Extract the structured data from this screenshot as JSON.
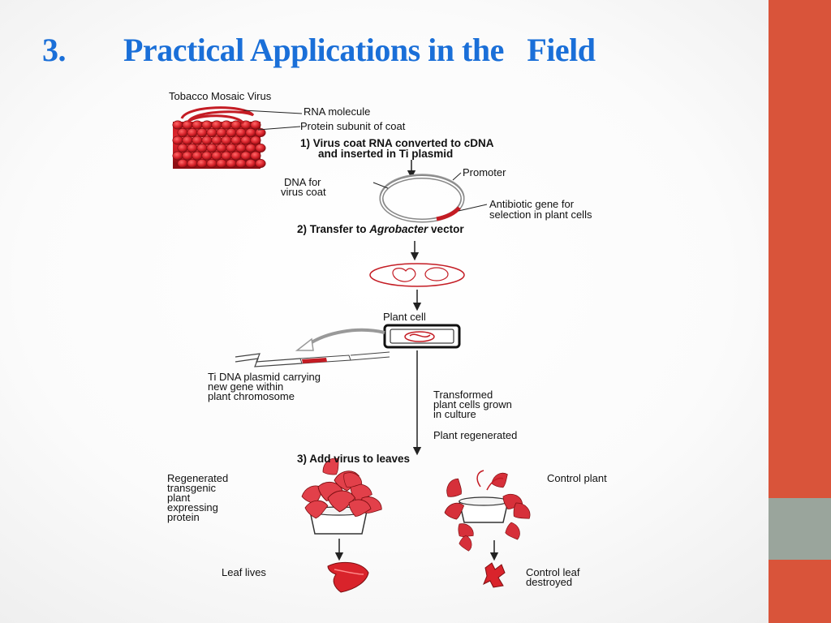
{
  "slide": {
    "number": "3.",
    "title": "Practical Applications in the   Field",
    "accent_color": "#d9543a",
    "accent2_color": "#9aa59c",
    "title_color": "#1a6fd8"
  },
  "diagram": {
    "tmv": "Tobacco Mosaic Virus",
    "rna": "RNA molecule",
    "protein": "Protein subunit of coat",
    "step1_line1": "1) Virus coat RNA converted to cDNA",
    "step1_line2": "and inserted in Ti plasmid",
    "promoter": "Promoter",
    "dna_line1": "DNA for",
    "dna_line2": "virus coat",
    "antibiotic_line1": "Antibiotic gene for",
    "antibiotic_line2": "selection in plant cells",
    "step2_prefix": "2) Transfer to ",
    "step2_italic": "Agrobacter",
    "step2_suffix": " vector",
    "plant_cell": "Plant cell",
    "ti_line1": "Ti DNA plasmid carrying",
    "ti_line2": "new gene within",
    "ti_line3": "plant chromosome",
    "transformed_line1": "Transformed",
    "transformed_line2": "plant cells grown",
    "transformed_line3": "in culture",
    "regenerated": "Plant regenerated",
    "step3": "3) Add virus to leaves",
    "regen_line1": "Regenerated",
    "regen_line2": "transgenic",
    "regen_line3": "plant",
    "regen_line4": "expressing",
    "regen_line5": "protein",
    "control_plant": "Control plant",
    "leaf_lives": "Leaf lives",
    "control_leaf_line1": "Control leaf",
    "control_leaf_line2": "destroyed"
  }
}
